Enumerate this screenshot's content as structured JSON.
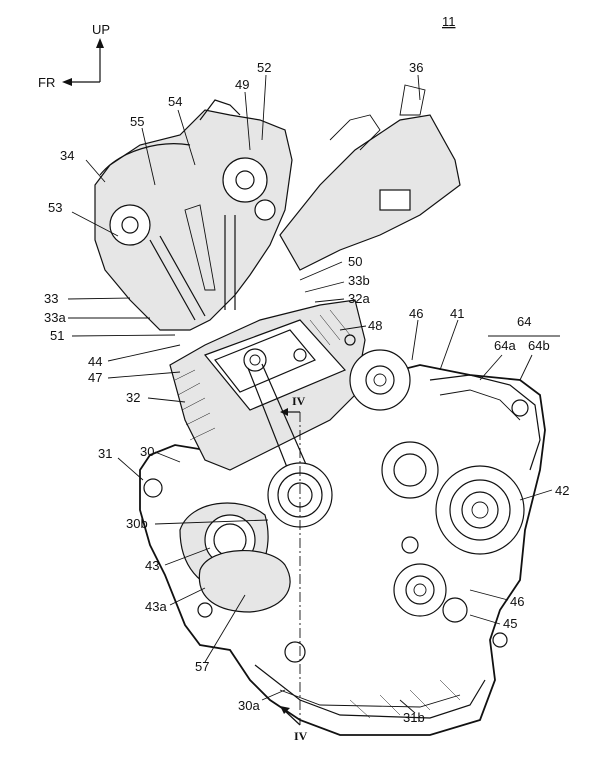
{
  "figure": {
    "number": "11",
    "up_label": "UP",
    "front_label": "FR",
    "section_marks": [
      "IV",
      "IV"
    ]
  },
  "callouts": [
    "36",
    "52",
    "49",
    "54",
    "55",
    "34",
    "53",
    "50",
    "33b",
    "32a",
    "33",
    "33a",
    "51",
    "48",
    "44",
    "47",
    "46",
    "41",
    "64",
    "64a",
    "64b",
    "32",
    "31",
    "30",
    "42",
    "30b",
    "43",
    "43a",
    "46",
    "45",
    "57",
    "30a",
    "31b"
  ]
}
